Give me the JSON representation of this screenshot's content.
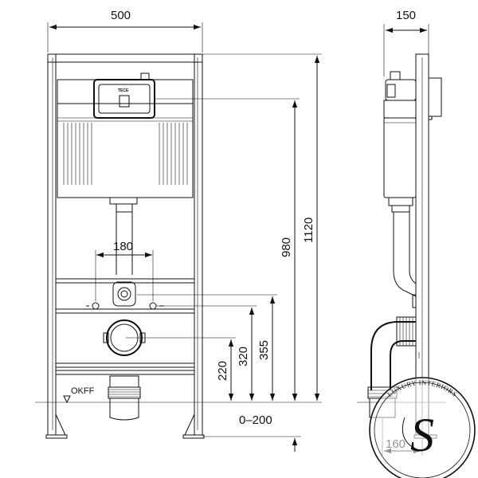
{
  "front_view": {
    "width_label": "500",
    "height_frame_label": "1120",
    "height_flush_label": "980",
    "height_355_label": "355",
    "height_320_label": "320",
    "height_220_label": "220",
    "adjust_label": "0–200",
    "bolt_spacing_label": "180",
    "floor_label": "OKFF",
    "cistern_brand": "TECE"
  },
  "side_view": {
    "depth_label": "150",
    "bottom_label": "160"
  },
  "watermark": {
    "text": "LUXURY INTERIORS",
    "monogram": "S"
  }
}
